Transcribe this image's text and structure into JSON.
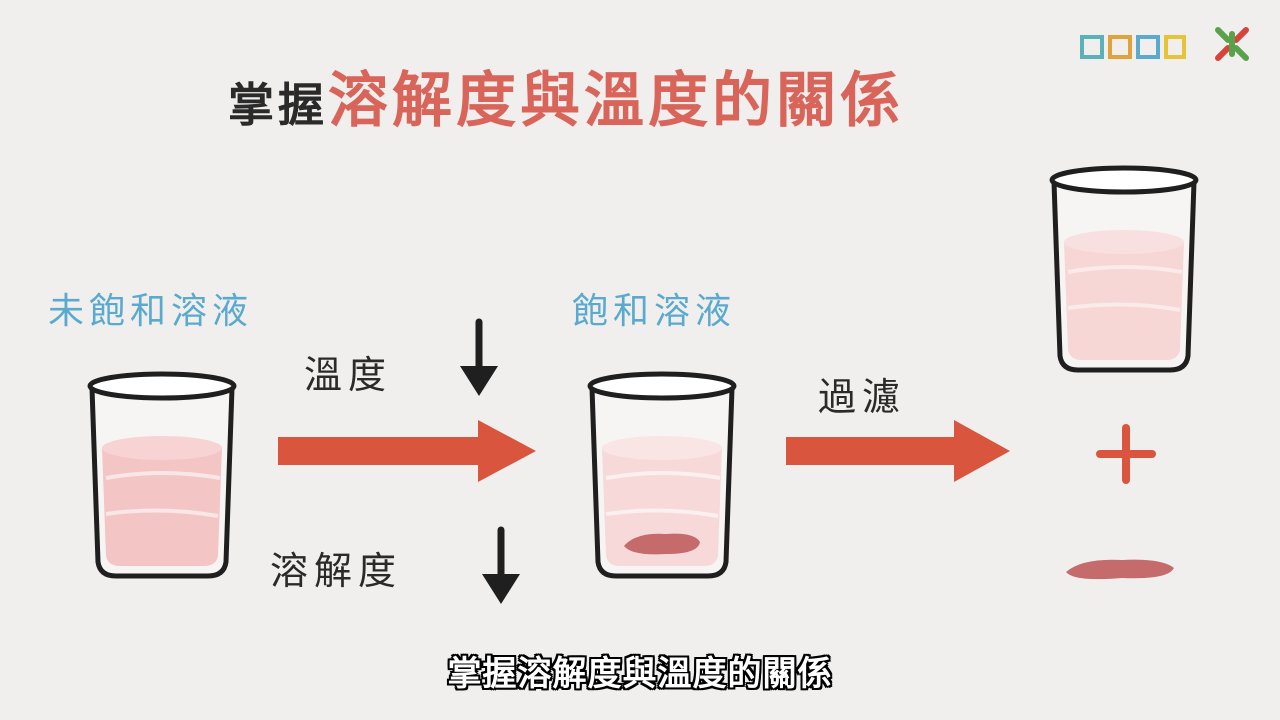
{
  "title": {
    "prefix": "掌握",
    "highlight": "溶解度與溫度的關係"
  },
  "labels": {
    "unsaturated": "未飽和溶液",
    "saturated": "飽和溶液",
    "temperature": "溫度",
    "solubility": "溶解度",
    "filter": "過濾",
    "plus": "+",
    "minus": "−"
  },
  "subtitle": "掌握溶解度與溫度的關係",
  "colors": {
    "title_red": "#d9655a",
    "label_blue": "#5aa9cf",
    "arrow_red": "#d9553e",
    "solution_pink": "#f3c5c5",
    "precipitate": "#c66b6b"
  },
  "icons": [
    "cooc-logo",
    "green-red-logo",
    "down-arrow-icon",
    "right-arrow-icon",
    "beaker-icon"
  ]
}
